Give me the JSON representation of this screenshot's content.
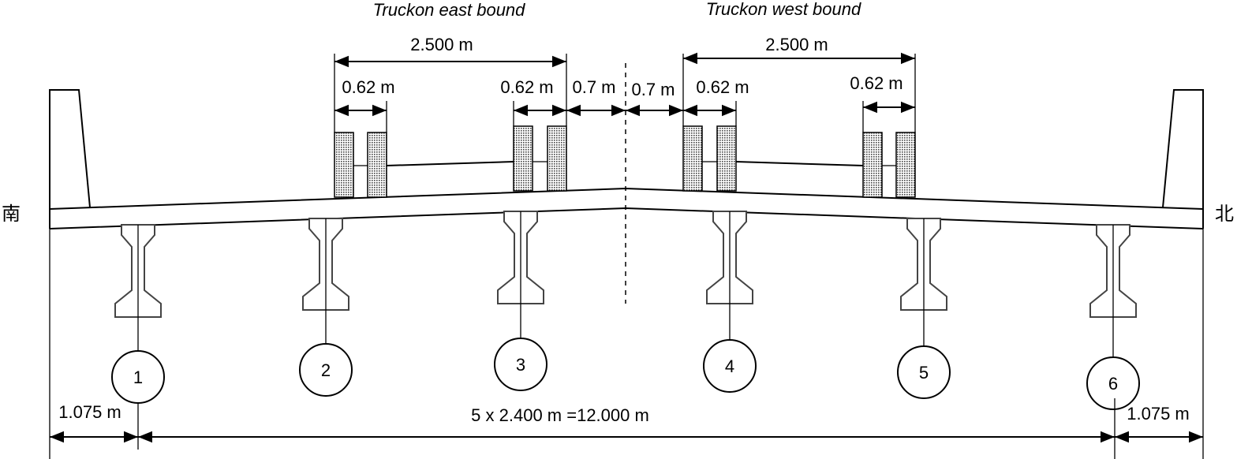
{
  "lanes": {
    "east": "Truckon east bound",
    "west": "Truckon west bound"
  },
  "dims": {
    "east_span": "2.500 m",
    "west_span": "2.500 m",
    "east_wheel_left": "0.62 m",
    "east_wheel_right": "0.62 m",
    "west_wheel_left": "0.62 m",
    "west_wheel_right": "0.62 m",
    "gap_left": "0.7 m",
    "gap_right": "0.7 m",
    "overhang_left": "1.075 m",
    "overhang_right": "1.075 m",
    "girder_spacing": "5 x 2.400 m =12.000 m"
  },
  "girders": [
    "1",
    "2",
    "3",
    "4",
    "5",
    "6"
  ],
  "direction": {
    "south": "南",
    "north": "北"
  }
}
